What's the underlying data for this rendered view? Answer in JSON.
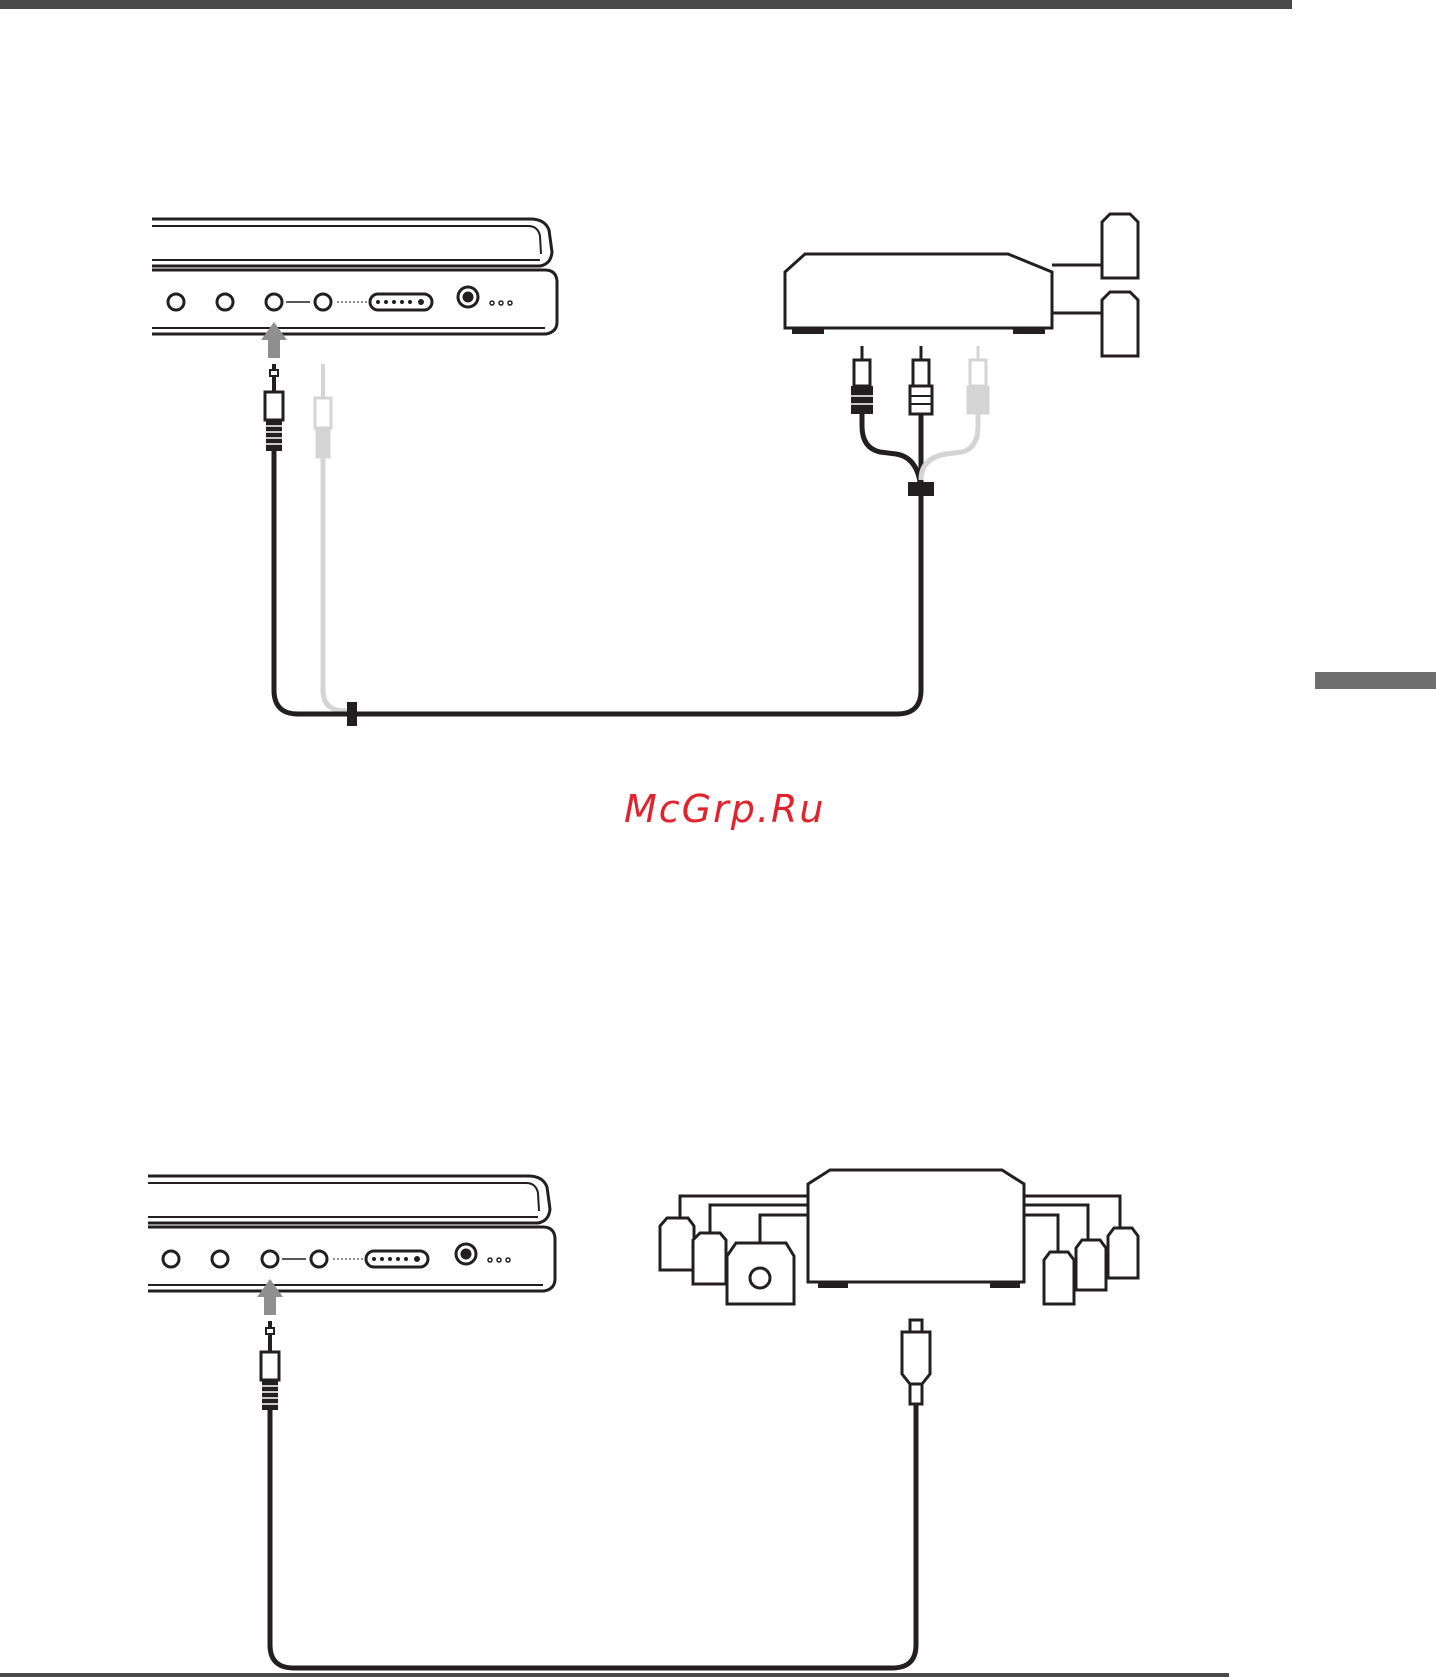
{
  "page": {
    "watermark": "McGrp.Ru"
  },
  "figures": [
    {
      "name": "stereo-amplifier-connection",
      "devices": [
        "portable-dvd-player",
        "stereo-amplifier",
        "left-speaker",
        "right-speaker"
      ],
      "cable": "stereo-mini-plug-to-pin-plug"
    },
    {
      "name": "av-amplifier-optical-connection",
      "devices": [
        "portable-dvd-player",
        "av-amplifier-with-decoder",
        "surround-speakers",
        "subwoofer"
      ],
      "cable": "optical-digital-cable"
    }
  ],
  "colors": {
    "ink": "#231f20",
    "ghost": "#d4d4d4",
    "arrow": "#8f8f8f",
    "header_rule": "#4a4a4a",
    "side_tab": "#6e6e6e",
    "watermark": "#e0232c"
  }
}
